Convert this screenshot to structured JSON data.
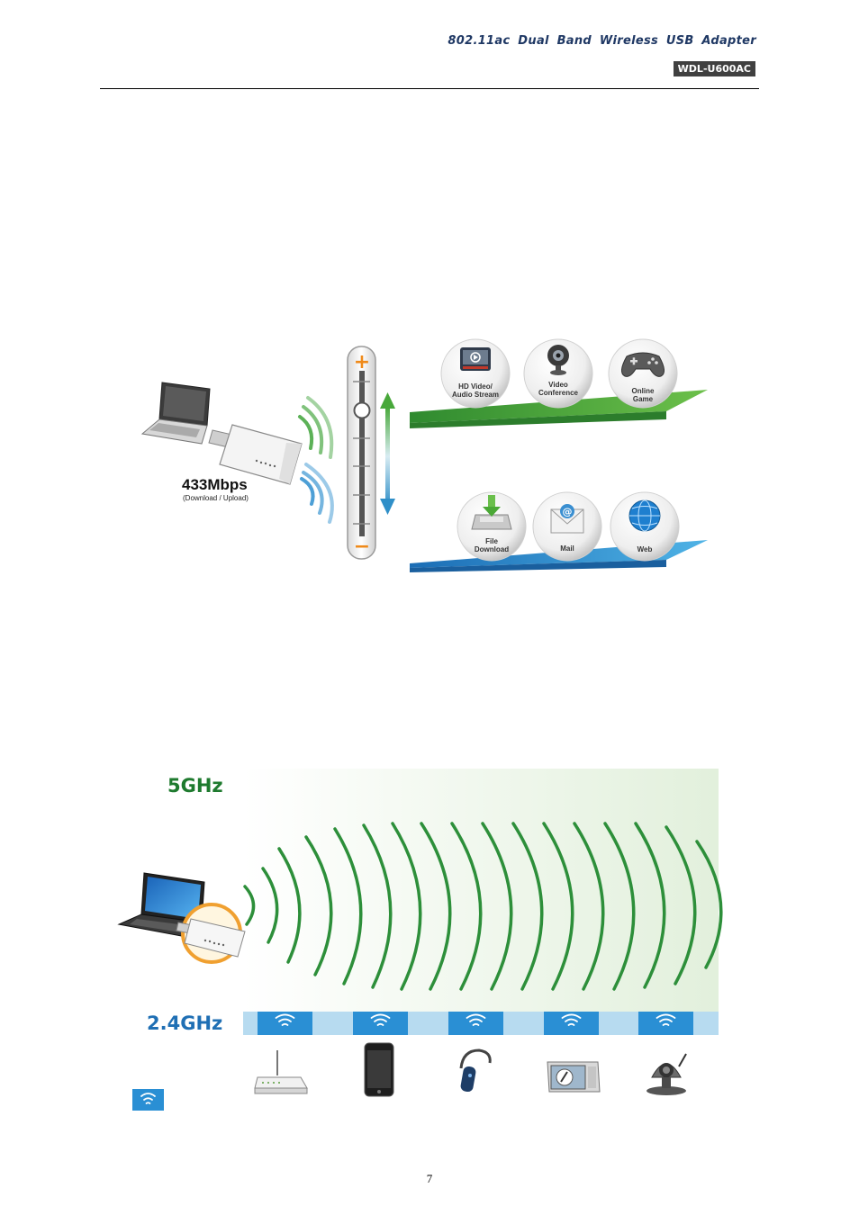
{
  "header": {
    "title": "802.11ac Dual Band Wireless USB Adapter",
    "model": "WDL-U600AC"
  },
  "speed_figure": {
    "speed": "433Mbps",
    "speed_note": "(Download / Upload)",
    "slider_plus": "+",
    "slider_minus": "−",
    "apps_high": [
      {
        "line1": "HD Video/",
        "line2": "Audio Stream",
        "icon": "video-player-icon"
      },
      {
        "line1": "Video",
        "line2": "Conference",
        "icon": "webcam-icon"
      },
      {
        "line1": "Online",
        "line2": "Game",
        "icon": "gamepad-icon"
      }
    ],
    "apps_low": [
      {
        "line1": "File",
        "line2": "Download",
        "icon": "download-tray-icon"
      },
      {
        "line1": "Mail",
        "line2": "",
        "icon": "envelope-icon"
      },
      {
        "line1": "Web",
        "line2": "",
        "icon": "globe-icon"
      }
    ]
  },
  "band_figure": {
    "band_5": "5GHz",
    "band_24": "2.4GHz",
    "devices": [
      "router-icon",
      "smartphone-icon",
      "bluetooth-headset-icon",
      "microwave-icon",
      "ip-camera-icon"
    ]
  },
  "page_number": "7",
  "colors": {
    "header_text": "#1f3864",
    "green": "#3a9a3a",
    "blue": "#2a7fc1",
    "band_5": "#1e7a2e",
    "band_24": "#1f6fb4"
  }
}
